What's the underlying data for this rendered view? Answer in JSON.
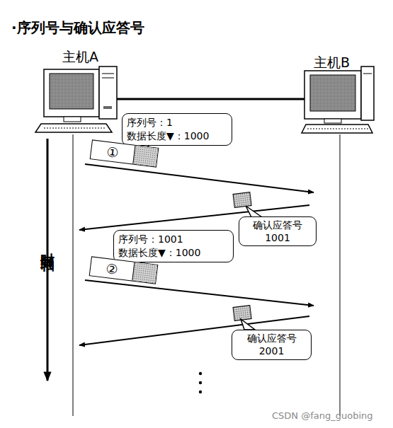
{
  "diagram": {
    "title": "·序列号与确认应答号",
    "nodes": [
      {
        "text": [
          "序列号：1",
          "数据长度▼：1000"
        ]
      },
      {
        "text": [
          "①"
        ]
      },
      {
        "text": [
          "确认应答号 1001"
        ]
      },
      {
        "text": [
          "序列号：1001",
          "数据长度▼：1000"
        ]
      },
      {
        "text": [
          "②"
        ]
      },
      {
        "text": [
          "确认应答号 2001"
        ]
      }
    ],
    "labels": [
      "主机A",
      "主机B",
      "时间轴",
      "CSDN @fang_guobing"
    ]
  }
}
